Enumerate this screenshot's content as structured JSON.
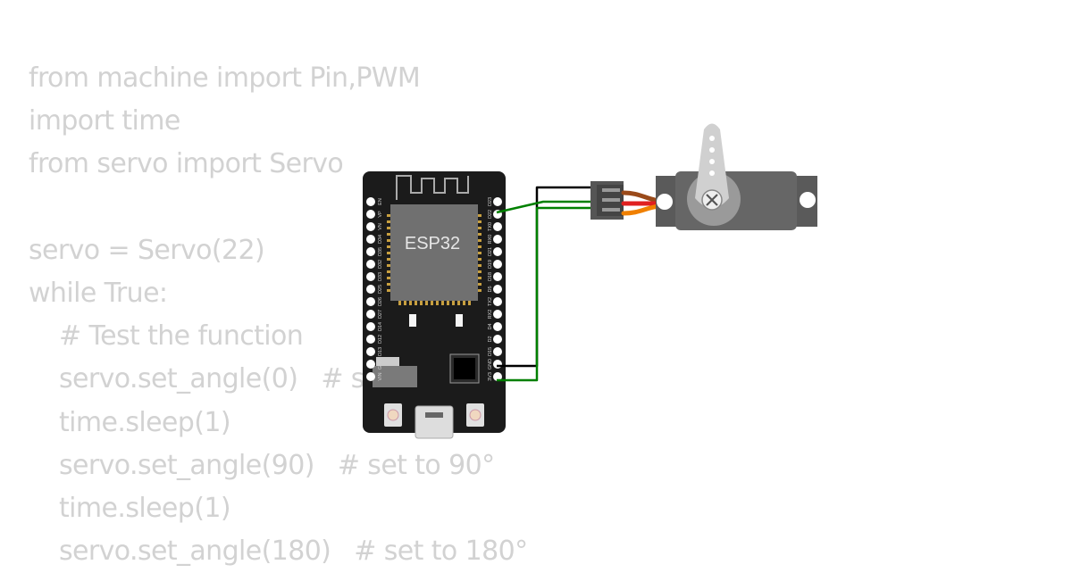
{
  "code": {
    "lines": [
      {
        "indent": 0,
        "stmt": "from machine import Pin,PWM",
        "comment": ""
      },
      {
        "indent": 0,
        "stmt": "import time",
        "comment": ""
      },
      {
        "indent": 0,
        "stmt": "from servo import Servo",
        "comment": ""
      },
      {
        "indent": 0,
        "stmt": "",
        "comment": ""
      },
      {
        "indent": 0,
        "stmt": "servo = Servo(22)",
        "comment": ""
      },
      {
        "indent": 0,
        "stmt": "while True:",
        "comment": ""
      },
      {
        "indent": 1,
        "stmt": "# Test the function",
        "comment": ""
      },
      {
        "indent": 1,
        "stmt": "servo.set_angle(0)",
        "comment": "# s"
      },
      {
        "indent": 1,
        "stmt": "time.sleep(1)",
        "comment": ""
      },
      {
        "indent": 1,
        "stmt": "servo.set_angle(90)",
        "comment": "# set to 90°"
      },
      {
        "indent": 1,
        "stmt": "time.sleep(1)",
        "comment": ""
      },
      {
        "indent": 1,
        "stmt": "servo.set_angle(180)",
        "comment": "# set to 180°"
      }
    ]
  },
  "esp32": {
    "chip_label": "ESP32",
    "pins_left": [
      "EN",
      "VP",
      "VN",
      "D34",
      "D35",
      "D32",
      "D33",
      "D25",
      "D26",
      "D27",
      "D14",
      "D12",
      "D13",
      "GND",
      "VIN"
    ],
    "pins_right": [
      "D23",
      "D22",
      "TX0",
      "RX0",
      "D21",
      "D19",
      "D18",
      "D5",
      "TX2",
      "RX2",
      "D4",
      "D2",
      "D15",
      "GND",
      "3V3"
    ]
  },
  "colors": {
    "code_text": "#d2d2d2",
    "board": "#1b1b1b",
    "chip": "#707070",
    "wire_ground": "#000000",
    "wire_signal": "#008000",
    "servo_body": "#606060",
    "servo_horn": "#d0d0d0",
    "servo_wire_brown": "#9a4a1a",
    "servo_wire_red": "#e02020",
    "servo_wire_orange": "#f08000"
  }
}
